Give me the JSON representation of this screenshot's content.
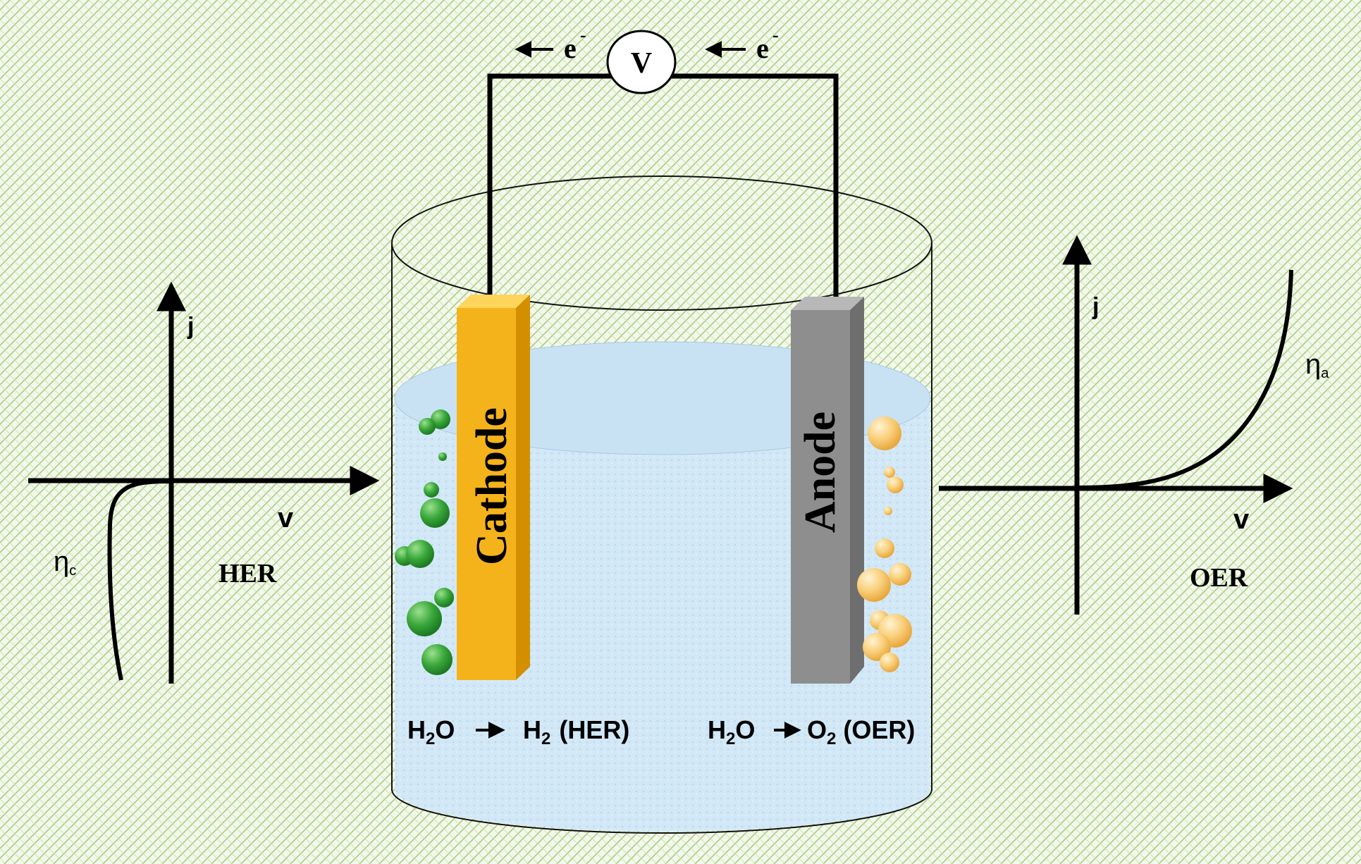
{
  "voltmeter": {
    "label": "V"
  },
  "electron_flow": {
    "left_symbol": "e",
    "right_symbol": "e",
    "charge": "-"
  },
  "electrodes": {
    "cathode": {
      "label": "Cathode",
      "color": "#f5b31b"
    },
    "anode": {
      "label": "Anode",
      "color": "#8e8e8e"
    }
  },
  "reactions": {
    "her": {
      "reactant": "H",
      "reactant_sub": "2",
      "reactant_tail": "O",
      "product": "H",
      "product_sub": "2",
      "tag": "(HER)"
    },
    "oer": {
      "reactant": "H",
      "reactant_sub": "2",
      "reactant_tail": "O",
      "product": "O",
      "product_sub": "2",
      "tag": "(OER)"
    }
  },
  "her_plot": {
    "y_axis": "j",
    "x_axis": "v",
    "curve_label": "η",
    "curve_sub": "c",
    "title": "HER"
  },
  "oer_plot": {
    "y_axis": "j",
    "x_axis": "v",
    "curve_label": "η",
    "curve_sub": "a",
    "title": "OER"
  },
  "colors": {
    "background_pattern": "#b9d68f",
    "electrolyte": "#cfe6f5",
    "h2_bubbles": "#3aa83a",
    "o2_bubbles": "#f7c46a"
  }
}
